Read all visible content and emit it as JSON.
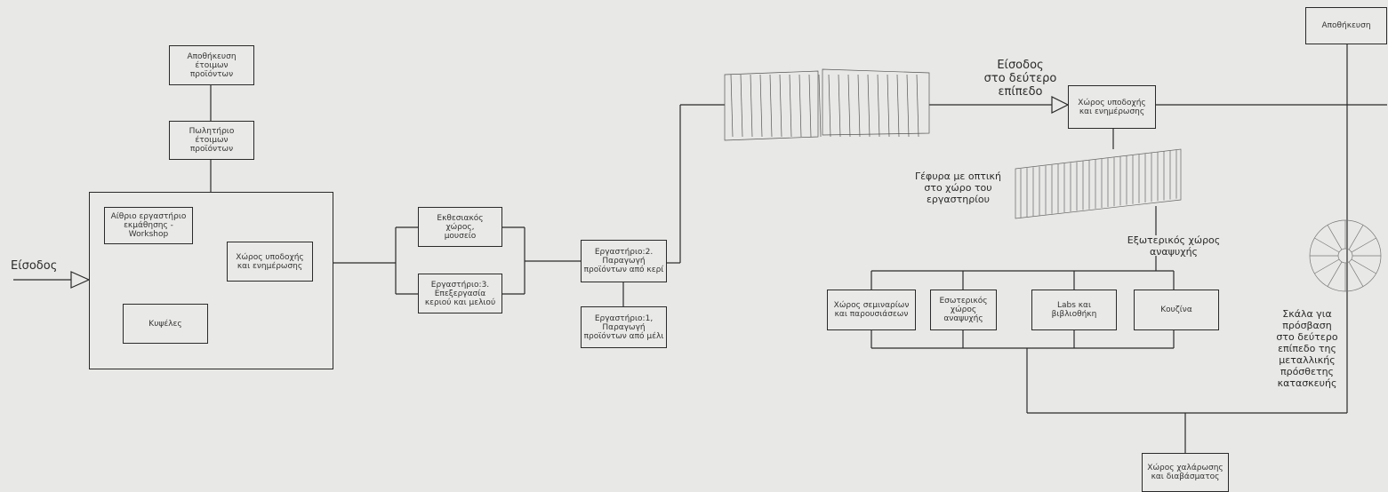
{
  "blocks": {
    "storage_finished": "Αποθήκευση\nέτοιμων\nπροϊόντων",
    "shop_finished": "Πωλητήριο\nέτοιμων\nπροϊόντων",
    "atrium_workshop": "Αίθριο εργαστήριο\nεκμάθησης -\nWorkshop",
    "reception_1": "Χώρος υποδοχής\nκαι ενημέρωσης",
    "cells": "Κυψέλες",
    "exhibition": "Εκθεσιακός\nχώρος,\nμουσείο",
    "workshop_3": "Εργαστήριο:3.\nΕπεξεργασία\nκεριού και μελιού",
    "workshop_2": "Εργαστήριο:2.\nΠαραγωγή\nπροϊόντων από κερί",
    "workshop_1": "Εργαστήριο:1,\nΠαραγωγή\nπροϊόντων από μέλι",
    "reception_2": "Χώρος υποδοχής\nκαι ενημέρωσης",
    "storage_top": "Αποθήκευση",
    "seminars": "Χώρος σεμιναρίων\nκαι παρουσιάσεων",
    "indoor_relax": "Εσωτερικός\nχώρος\nαναψυχής",
    "labs_library": "Labs και\nβιβλιοθήκη",
    "kitchen": "Κουζίνα",
    "relax_reading": "Χώρος χαλάρωσης\nκαι διαβάσματος"
  },
  "labels": {
    "entrance": "Είσοδος",
    "entrance_second_level": "Είσοδος\nστο δεύτερο\nεπίπεδο",
    "bridge_view": "Γέφυρα με οπτική\nστο χώρο του\nεργαστηρίου",
    "outdoor_relax": "Εξωτερικός χώρος\nαναψυχής",
    "staircase": "Σκάλα για\nπρόσβαση\nστο δεύτερο\nεπίπεδο της\nμεταλλικής\nπρόσθετης\nκατασκευής"
  },
  "colors": {
    "line": "#2a2a2a",
    "box_fill": "#e9e9e7",
    "background": "#e8e8e6"
  }
}
